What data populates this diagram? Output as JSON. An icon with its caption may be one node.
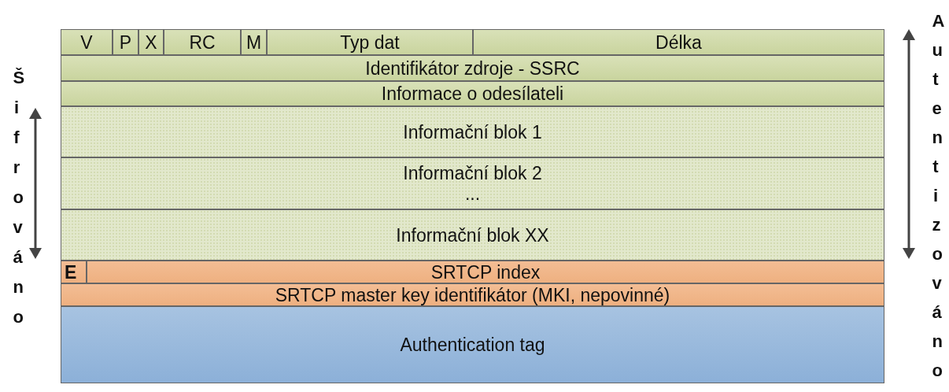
{
  "diagram": {
    "nodes": [
      {
        "text": [
          "V"
        ]
      },
      {
        "text": [
          "P"
        ]
      },
      {
        "text": [
          "X"
        ]
      },
      {
        "text": [
          "RC"
        ]
      },
      {
        "text": [
          "M"
        ]
      },
      {
        "text": [
          "Typ dat"
        ]
      },
      {
        "text": [
          "Délka"
        ]
      },
      {
        "text": [
          "Identifikátor zdroje - SSRC"
        ]
      },
      {
        "text": [
          "Informace o odesílateli"
        ]
      },
      {
        "text": [
          "Informační blok 1"
        ]
      },
      {
        "text": [
          "Informační blok 2",
          "..."
        ]
      },
      {
        "text": [
          "Informační blok XX"
        ]
      },
      {
        "text": [
          "E"
        ]
      },
      {
        "text": [
          "SRTCP index"
        ]
      },
      {
        "text": [
          "SRTCP master key identifikátor (MKI, nepovinné)"
        ]
      },
      {
        "text": [
          "Authentication tag"
        ]
      }
    ],
    "labels": [
      "Šifrováno",
      "Autentizováno"
    ]
  }
}
